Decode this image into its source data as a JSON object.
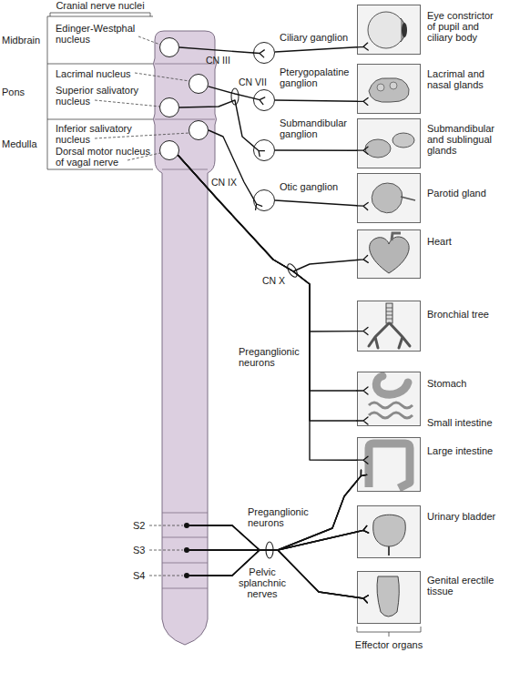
{
  "diagram": {
    "nodes": [
      {
        "text": [
          "Edinger-Westphal nucleus"
        ]
      },
      {
        "text": [
          "Lacrimal nucleus"
        ]
      },
      {
        "text": [
          "Superior salivatory nucleus"
        ]
      },
      {
        "text": [
          "Inferior salivatory nucleus"
        ]
      },
      {
        "text": [
          "Dorsal motor nucleus of vagal nerve"
        ]
      },
      {
        "text": [
          "S2"
        ]
      },
      {
        "text": [
          "S3"
        ]
      },
      {
        "text": [
          "S4"
        ]
      },
      {
        "text": [
          "Ciliary ganglion"
        ]
      },
      {
        "text": [
          "Pterygopalatine ganglion"
        ]
      },
      {
        "text": [
          "Submandibular ganglion"
        ]
      },
      {
        "text": [
          "Otic ganglion"
        ]
      },
      {
        "text": [
          "Eye constrictor of pupil and ciliary body"
        ]
      },
      {
        "text": [
          "Lacrimal and nasal glands"
        ]
      },
      {
        "text": [
          "Submandibular and sublingual glands"
        ]
      },
      {
        "text": [
          "Parotid gland"
        ]
      },
      {
        "text": [
          "Heart"
        ]
      },
      {
        "text": [
          "Bronchial tree"
        ]
      },
      {
        "text": [
          "Stomach",
          "Small intestine"
        ]
      },
      {
        "text": [
          "Large intestine"
        ]
      },
      {
        "text": [
          "Urinary bladder"
        ]
      },
      {
        "text": [
          "Genital erectile tissue"
        ]
      }
    ],
    "edges": [
      {
        "from": 0,
        "to": 8,
        "arrow": "none"
      },
      {
        "from": 8,
        "to": 12,
        "arrow": "none"
      },
      {
        "from": 1,
        "to": 9,
        "arrow": "none"
      },
      {
        "from": 9,
        "to": 13,
        "arrow": "none"
      },
      {
        "from": 2,
        "to": 10,
        "arrow": "none"
      },
      {
        "from": 10,
        "to": 14,
        "arrow": "none"
      },
      {
        "from": 3,
        "to": 11,
        "arrow": "none"
      },
      {
        "from": 11,
        "to": 15,
        "arrow": "none"
      },
      {
        "from": 4,
        "to": 16,
        "arrow": "none"
      },
      {
        "from": 4,
        "to": 17,
        "arrow": "none"
      },
      {
        "from": 4,
        "to": 18,
        "arrow": "none"
      },
      {
        "from": 4,
        "to": 18,
        "arrow": "none"
      },
      {
        "from": 4,
        "to": 19,
        "arrow": "none"
      },
      {
        "from": 5,
        "to": 19,
        "arrow": "none"
      },
      {
        "from": 5,
        "to": 20,
        "arrow": "none"
      },
      {
        "from": 5,
        "to": 21,
        "arrow": "none"
      },
      {
        "from": 6,
        "to": 19,
        "arrow": "none"
      },
      {
        "from": 6,
        "to": 20,
        "arrow": "none"
      },
      {
        "from": 6,
        "to": 21,
        "arrow": "none"
      },
      {
        "from": 7,
        "to": 19,
        "arrow": "none"
      },
      {
        "from": 7,
        "to": 20,
        "arrow": "none"
      },
      {
        "from": 7,
        "to": 21,
        "arrow": "none"
      }
    ],
    "labels": [
      "Cranial nerve nuclei",
      "Midbrain",
      "Pons",
      "Medulla",
      "CN III",
      "CN VII",
      "CN IX",
      "CN X",
      "Preganglionic neurons",
      "Preganglionic neurons",
      "Pelvic splanchnic nerves",
      "Effector organs"
    ]
  }
}
